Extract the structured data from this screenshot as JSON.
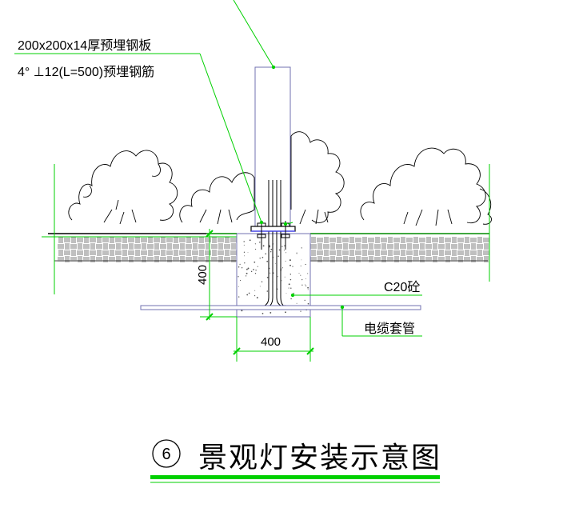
{
  "labels": {
    "steel_plate": "200x200x14厚预埋钢板",
    "rebar": "4°  ⊥12(L=500)预埋钢筋",
    "concrete": "C20砼",
    "conduit": "电缆套管",
    "dim_width": "400",
    "dim_depth": "400"
  },
  "title": {
    "number": "6",
    "text": "景观灯安装示意图"
  },
  "colors": {
    "leader": "#00d000",
    "outline": "#7070b0",
    "ink": "#000000"
  }
}
